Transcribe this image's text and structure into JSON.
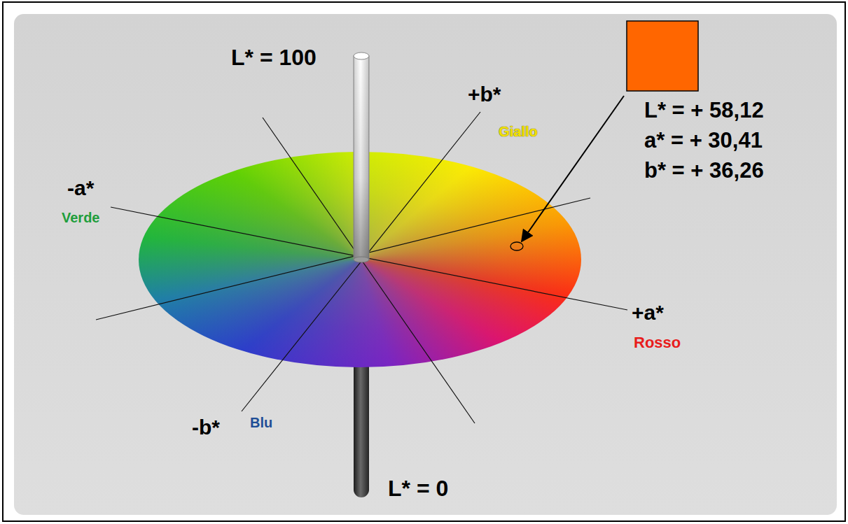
{
  "diagram": {
    "labels": [
      "L* = 100",
      "+b*",
      "Giallo",
      "L* = + 58,12",
      "a* = + 30,41",
      "b* = + 36,26",
      "-a*",
      "Verde",
      "+a*",
      "Rosso",
      "-b*",
      "Blu",
      "L* = 0"
    ]
  }
}
